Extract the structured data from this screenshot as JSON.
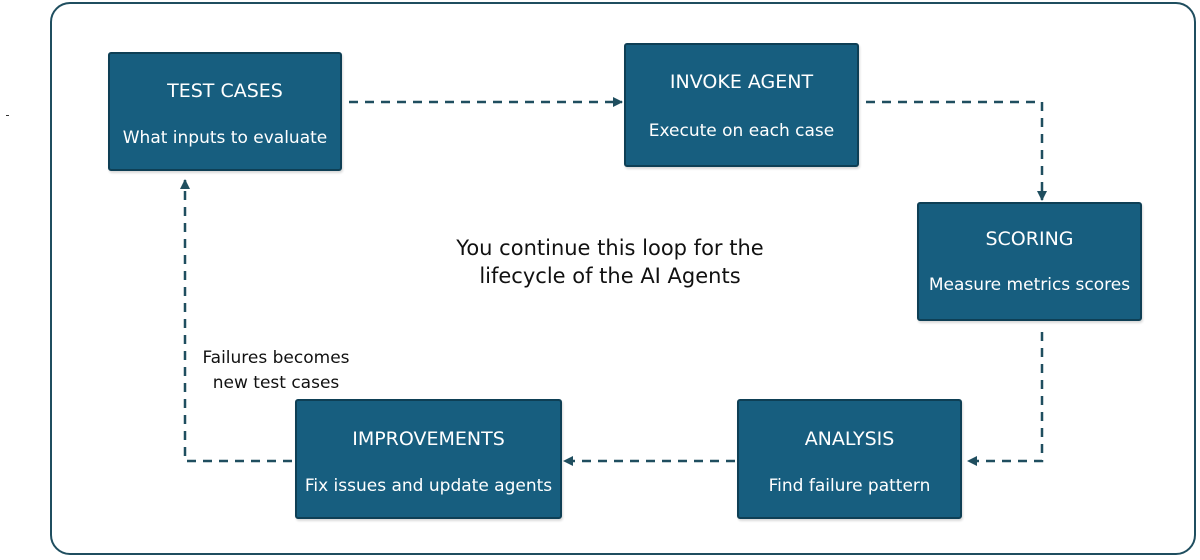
{
  "nodes": {
    "test_cases": {
      "title": "TEST CASES",
      "subtitle": "What inputs to evaluate"
    },
    "invoke_agent": {
      "title": "INVOKE AGENT",
      "subtitle": "Execute on each case"
    },
    "scoring": {
      "title": "SCORING",
      "subtitle": "Measure metrics scores"
    },
    "analysis": {
      "title": "ANALYSIS",
      "subtitle": "Find failure pattern"
    },
    "improvements": {
      "title": "IMPROVEMENTS",
      "subtitle": "Fix issues and update agents"
    }
  },
  "center_note": {
    "line1": "You continue this loop for the",
    "line2": "lifecycle of the AI Agents"
  },
  "feedback_note": {
    "line1": "Failures becomes",
    "line2": "new test cases"
  },
  "colors": {
    "box_fill": "#175e7f",
    "box_border": "#0e3f55",
    "arrow": "#1f4e5f",
    "frame": "#1f4e5f"
  }
}
